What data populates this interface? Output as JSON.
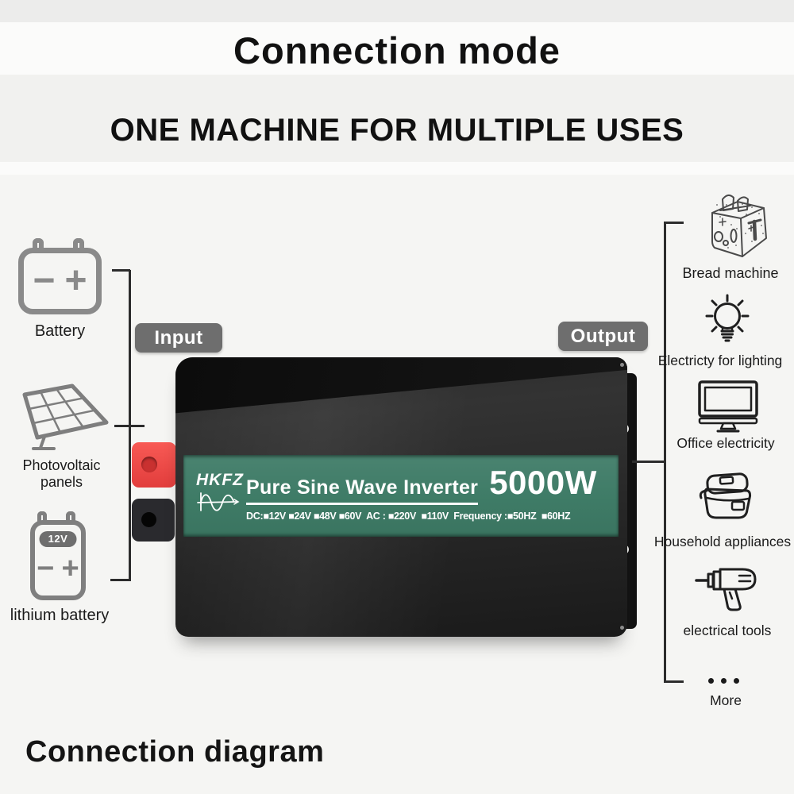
{
  "header": {
    "title": "Connection mode",
    "subtitle": "ONE MACHINE FOR MULTIPLE USES"
  },
  "footer": {
    "caption": "Connection diagram"
  },
  "connections": {
    "input_label": "Input",
    "output_label": "Output"
  },
  "left_column": {
    "items": [
      {
        "icon": "battery-icon",
        "label": "Battery"
      },
      {
        "icon": "solar-panel-icon",
        "label": "Photovoltaic panels"
      },
      {
        "icon": "lithium-battery-icon",
        "label": "lithium battery",
        "badge": "12V"
      }
    ]
  },
  "right_column": {
    "items": [
      {
        "icon": "toaster-icon",
        "label": "Bread machine"
      },
      {
        "icon": "light-bulb-icon",
        "label": "Electricty for lighting"
      },
      {
        "icon": "monitor-icon",
        "label": "Office electricity"
      },
      {
        "icon": "rice-cooker-icon",
        "label": "Household appliances"
      },
      {
        "icon": "drill-icon",
        "label": "electrical tools"
      },
      {
        "icon": "more-dots-icon",
        "label": "More"
      }
    ]
  },
  "inverter": {
    "brand": "HKFZ",
    "product_title": "Pure Sine Wave Inverter",
    "power": "5000W",
    "specs": "DC:■12V ■24V ■48V ■60V  AC : ■220V  ■110V  Frequency :■50HZ  ■60HZ"
  },
  "glyphs": {
    "minus": "−",
    "plus": "+"
  },
  "colors": {
    "panel_green": "#3f7c67",
    "pill_gray": "#6e6e6e",
    "connector_red": "#ef4644",
    "body_black": "#1e1e1e",
    "line_dark": "#2c2c2c"
  }
}
